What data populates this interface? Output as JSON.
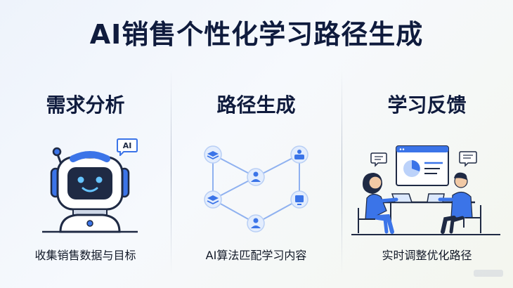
{
  "title": "AI销售个性化学习路径生成",
  "panels": [
    {
      "title": "需求分析",
      "caption": "收集销售数据与目标",
      "badge": "AI",
      "icon": "robot-icon"
    },
    {
      "title": "路径生成",
      "caption": "AI算法匹配学习内容",
      "icon": "network-path-icon"
    },
    {
      "title": "学习反馈",
      "caption": "实时调整优化路径",
      "icon": "collaboration-icon"
    }
  ],
  "colors": {
    "accent": "#3b74e8",
    "navy": "#0f1b3d",
    "light_blue": "#dbe8fd"
  }
}
